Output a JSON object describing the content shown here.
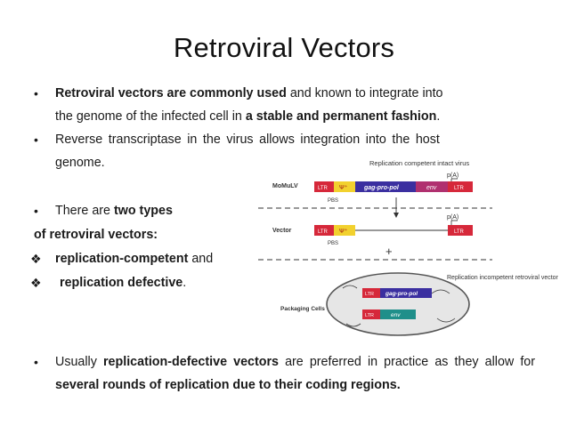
{
  "title": "Retroviral Vectors",
  "bullet_char": "•",
  "diamond_char": "❖",
  "p1": {
    "bold1": "Retroviral vectors are commonly used",
    "text1": " and known to integrate into",
    "text2": "the genome of the infected cell in ",
    "bold2": "a stable and permanent fashion",
    "text3": "."
  },
  "p2": {
    "line1": "Reverse transcriptase in the virus allows integration into the host",
    "line2": "genome."
  },
  "p3": {
    "text1": "There are ",
    "bold1": "two types",
    "bold2": "of retroviral vectors:"
  },
  "types": [
    {
      "bold": "replication-competent",
      "text": " and"
    },
    {
      "bold": "replication defective",
      "text": "."
    }
  ],
  "p4": {
    "text1": "Usually ",
    "bold1": "replication-defective vectors",
    "text2": " are preferred in practice as they allow for ",
    "bold2": "several rounds of replication due to their coding regions."
  },
  "diagram": {
    "label_competent": "Replication competent intact virus",
    "label_pa1": "p(A)",
    "label_pa2": "p(A)",
    "label_momulv": "MoMuLV",
    "label_vector": "Vector",
    "label_pbs1": "PBS",
    "label_pbs2": "PBS",
    "label_plus": "+",
    "label_incompetent": "Replication incompetent retroviral vector",
    "label_packaging": "Packaging Cells",
    "ltr": "LTR",
    "psi": "Ψ⁺",
    "gagpropol": "gag-pro-pol",
    "env": "env",
    "env_pkg": "env"
  },
  "colors": {
    "ltr": "#d6283a",
    "psi": "#f2d12e",
    "gag": "#3b2fa0",
    "env": "#b0306f",
    "env_pkg": "#1f8f8a"
  }
}
